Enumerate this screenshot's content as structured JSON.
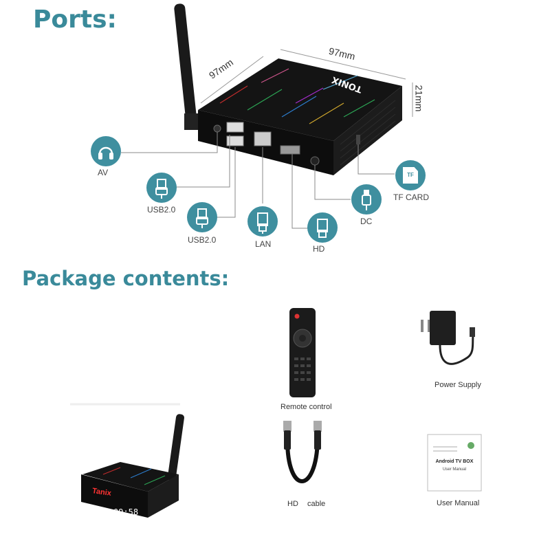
{
  "headings": {
    "ports": "Ports:",
    "package": "Package contents:"
  },
  "dimensions": {
    "width": "97mm",
    "depth": "97mm",
    "height": "21mm"
  },
  "brand": {
    "box_logo": "TONIX",
    "tanix": "Tanix",
    "clock": "09:58"
  },
  "ports": {
    "av": "AV",
    "usb1": "USB2.0",
    "usb2": "USB2.0",
    "lan": "LAN",
    "hd": "HD",
    "dc": "DC",
    "tf_card": "TF CARD",
    "tf_icon": "TF"
  },
  "package": {
    "remote": "Remote control",
    "power": "Power Supply",
    "hd": "HD",
    "cable": "cable",
    "manual": "User Manual",
    "manual_title": "Android TV BOX",
    "manual_sub": "User Manual"
  },
  "colors": {
    "accent": "#3f8f9f",
    "heading": "#3a8a9a"
  }
}
